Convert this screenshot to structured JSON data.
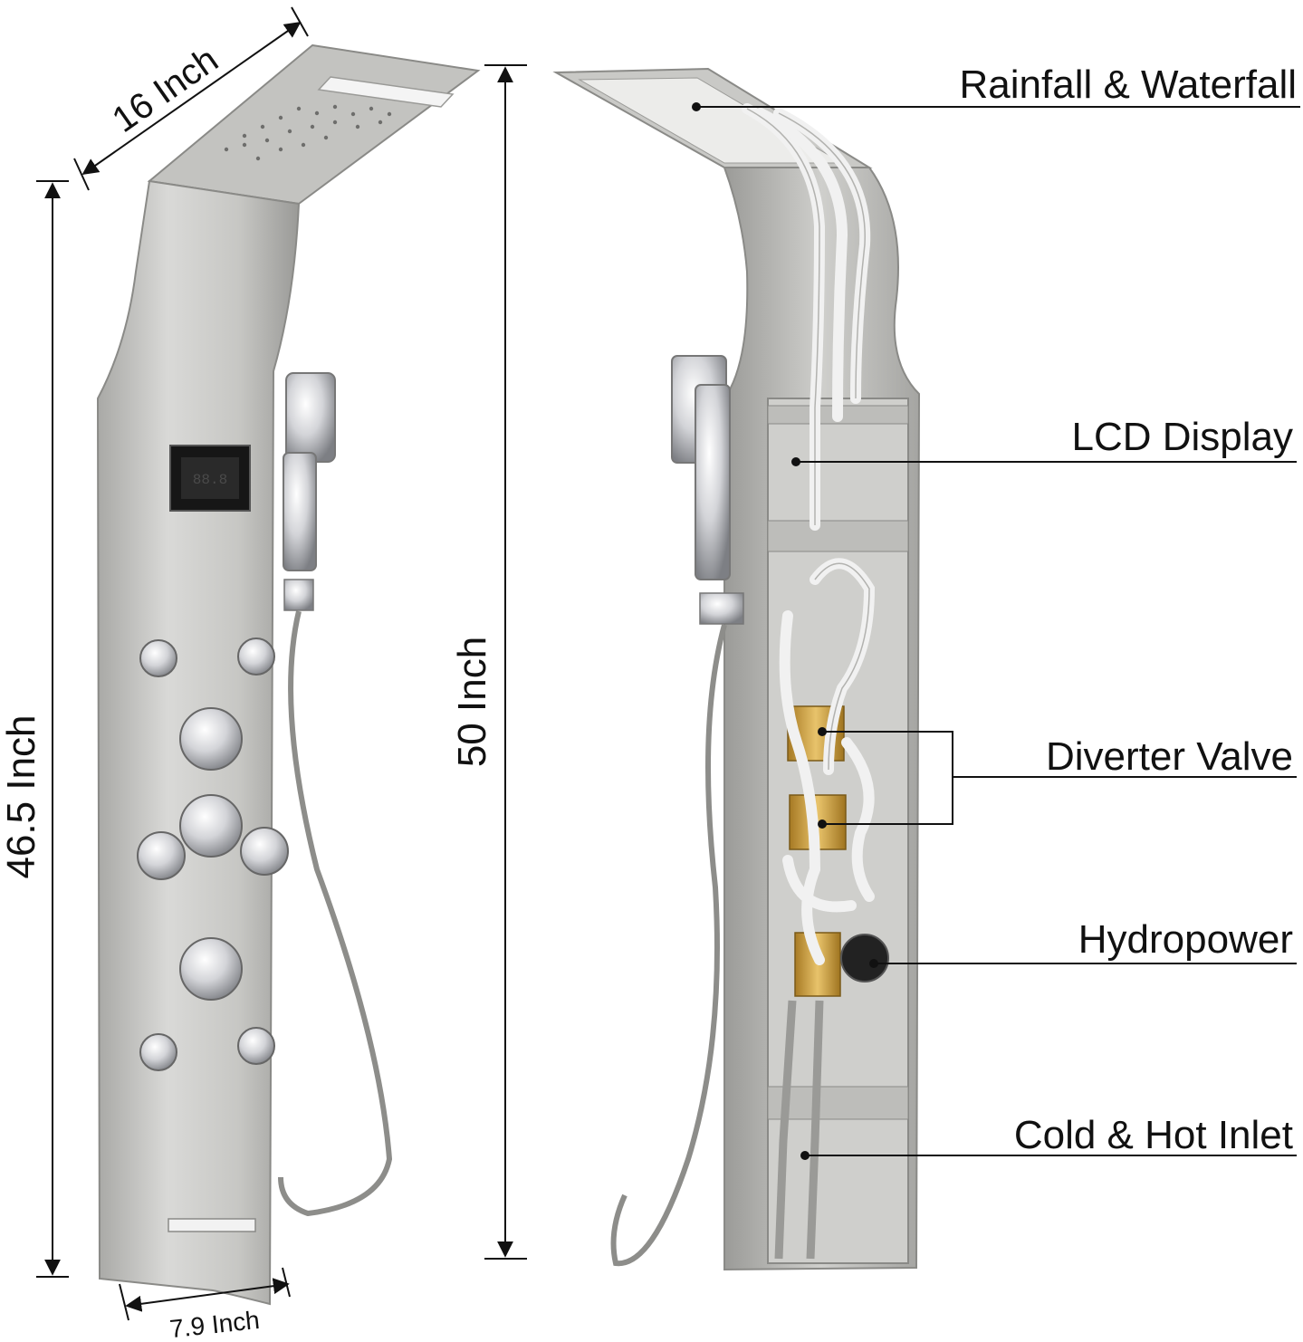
{
  "dimensions": {
    "top_width": "16 Inch",
    "panel_height": "46.5 Inch",
    "overall_height": "50 Inch",
    "bottom_width": "7.9 Inch"
  },
  "lcd_readout": "88.8",
  "callouts": [
    {
      "id": "rainfall",
      "label": "Rainfall & Waterfall"
    },
    {
      "id": "lcd",
      "label": "LCD Display"
    },
    {
      "id": "diverter",
      "label": "Diverter Valve"
    },
    {
      "id": "hydropower",
      "label": "Hydropower"
    },
    {
      "id": "inlet",
      "label": "Cold & Hot Inlet"
    }
  ],
  "colors": {
    "steel_light": "#d6d6d4",
    "steel_mid": "#b9b9b6",
    "steel_dark": "#8d8d8a",
    "chrome": "#e9eaec",
    "brass": "#c99a3a",
    "hose": "#eeeeee",
    "line": "#111111"
  }
}
